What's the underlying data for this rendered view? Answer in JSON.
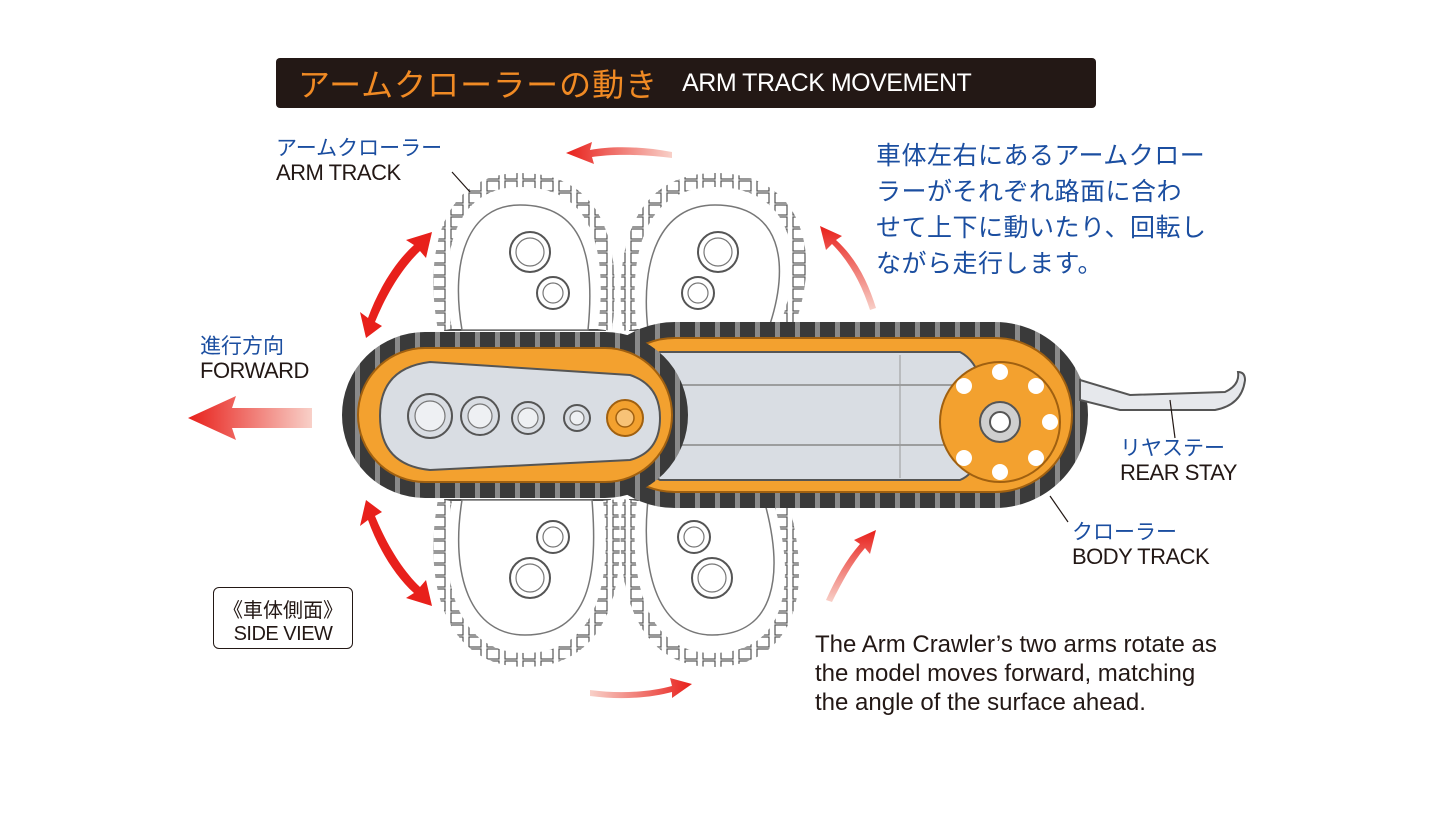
{
  "title": {
    "jp": "アームクローラーの動き",
    "en": "ARM TRACK MOVEMENT"
  },
  "labels": {
    "arm_track": {
      "jp": "アームクローラー",
      "en": "ARM TRACK"
    },
    "forward": {
      "jp": "進行方向",
      "en": "FORWARD"
    },
    "rear_stay": {
      "jp": "リヤステー",
      "en": "REAR STAY"
    },
    "body_track": {
      "jp": "クローラー",
      "en": "BODY TRACK"
    },
    "side_view": {
      "jp": "《車体側面》",
      "en": "SIDE VIEW"
    }
  },
  "description": {
    "jp_lines": [
      "車体左右にあるアームクロー",
      "ラーがそれぞれ路面に合わ",
      "せて上下に動いたり、回転し",
      "ながら走行します。"
    ],
    "en_lines": [
      "The Arm Crawler’s two arms rotate as",
      "the model moves forward, matching",
      "the angle of the surface ahead."
    ]
  },
  "colors": {
    "title_bg": "#231815",
    "title_accent": "#f08a24",
    "label_blue": "#1b4ea0",
    "arrow_red": "#e8201b",
    "orange_wheel": "#f3a12f",
    "track_dark": "#3a3a3a",
    "body_gray": "#d9dde3"
  }
}
